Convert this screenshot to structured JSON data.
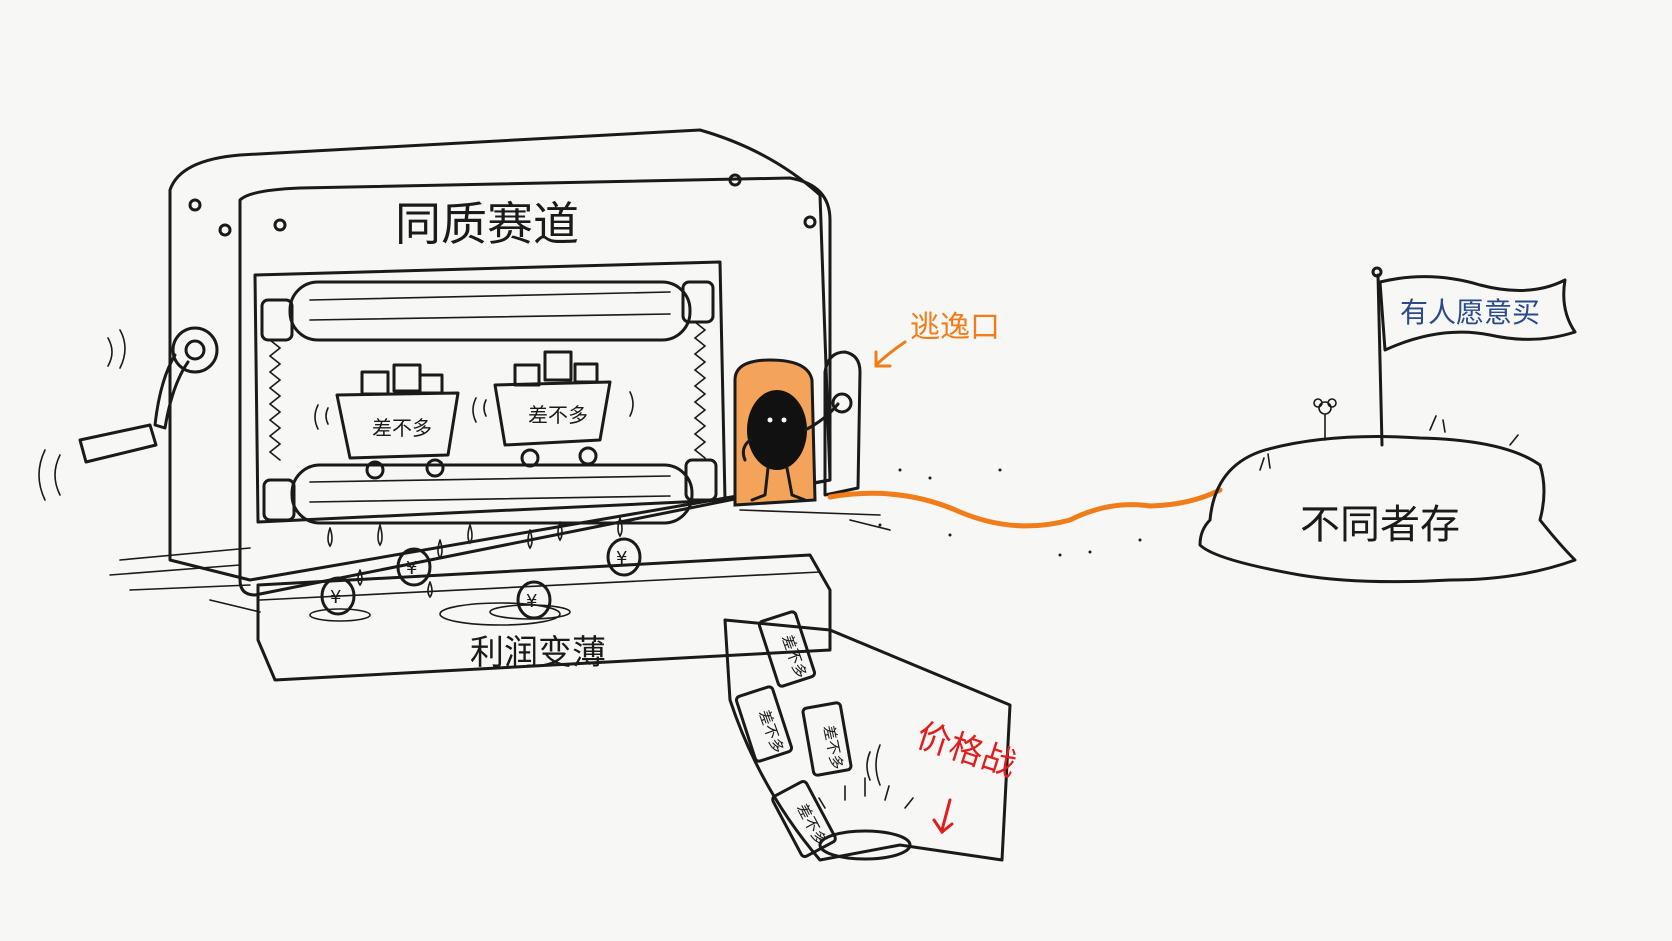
{
  "machine": {
    "title": "同质赛道",
    "tray_label": "利润变薄",
    "cart_labels": [
      "差不多",
      "差不多"
    ],
    "coin_symbol": "¥"
  },
  "escape": {
    "label": "逃逸口",
    "color": "#f07c1a"
  },
  "destination": {
    "hill_label": "不同者存",
    "flag_label": "有人愿意买",
    "flag_text_color": "#2a4a8a"
  },
  "price_war": {
    "label": "价格战",
    "color": "#e01e1e",
    "tag_labels": [
      "差不多",
      "差不多",
      "差不多",
      "差不多"
    ]
  }
}
